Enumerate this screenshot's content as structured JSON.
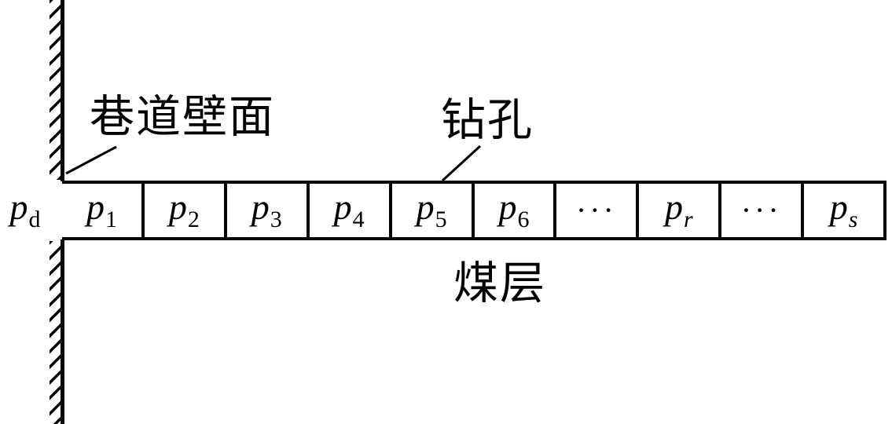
{
  "figure": {
    "roadway_wall_label": "巷道壁面",
    "borehole_label": "钻孔",
    "coal_seam_label": "煤层",
    "roadway_pressure": {
      "base": "p",
      "sub": "d"
    },
    "cells": [
      {
        "base": "p",
        "sub": "1"
      },
      {
        "base": "p",
        "sub": "2"
      },
      {
        "base": "p",
        "sub": "3"
      },
      {
        "base": "p",
        "sub": "4"
      },
      {
        "base": "p",
        "sub": "5"
      },
      {
        "base": "p",
        "sub": "6"
      },
      {
        "base": "···",
        "sub": ""
      },
      {
        "base": "p",
        "sub": "r"
      },
      {
        "base": "···",
        "sub": ""
      },
      {
        "base": "p",
        "sub": "s"
      }
    ]
  }
}
